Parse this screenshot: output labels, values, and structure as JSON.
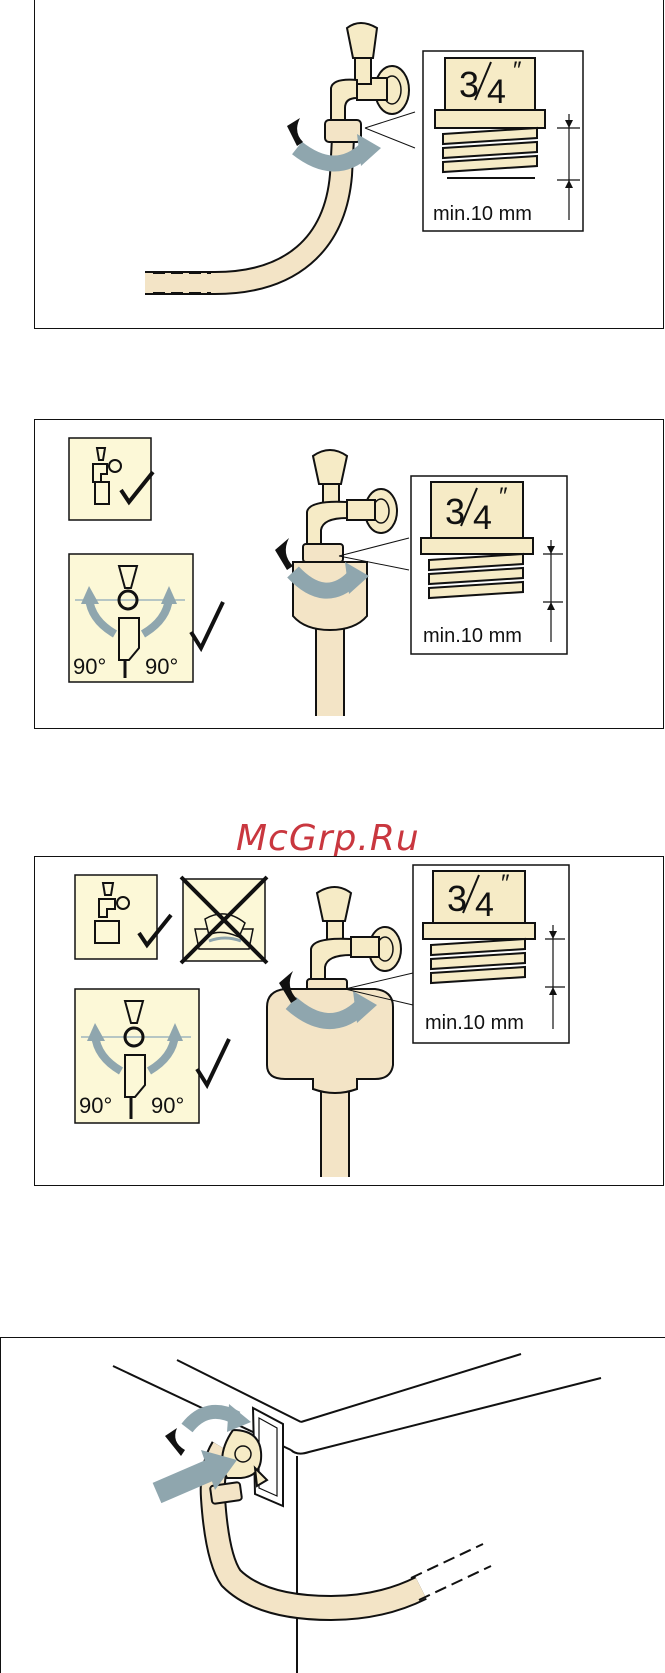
{
  "watermark": "McGrp.Ru",
  "thread": {
    "numerator": "3",
    "denominator": "4",
    "inch_mark": "″",
    "min_length": "min.10 mm"
  },
  "angle_label": "90°",
  "colors": {
    "hose": "#f3e4c6",
    "tap": "#f6ebc6",
    "arrow": "#8fa6ae",
    "icon_bg": "#fcf8d7",
    "line": "#111111"
  },
  "icons": [
    "tap-icon",
    "checkmark-icon",
    "cross-icon",
    "rotate-arrow-icon",
    "push-arrow-icon"
  ]
}
